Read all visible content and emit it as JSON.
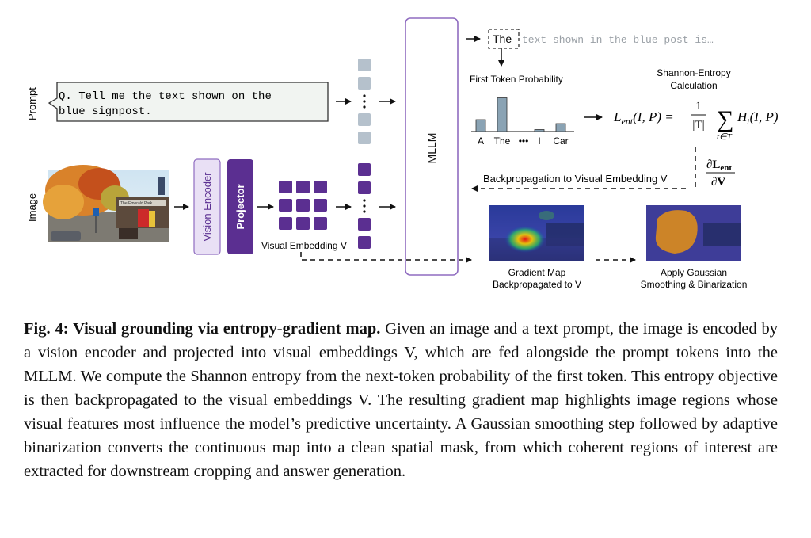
{
  "figure": {
    "side_labels": {
      "prompt": "Prompt",
      "image": "Image"
    },
    "prompt_text": [
      "Q. Tell me the text shown on the",
      "blue signpost."
    ],
    "blocks": {
      "vision_encoder": "Vision Encoder",
      "projector": "Projector",
      "mllm": "MLLM"
    },
    "visual_embedding_label": "Visual Embedding V",
    "sign_text": "The Emerald Park",
    "output": {
      "first_token": "The",
      "rest": "text shown in the blue post is…"
    },
    "first_token_probability": {
      "title": "First Token Probability",
      "more_symbol": "•••"
    },
    "entropy": {
      "title_line1": "Shannon-Entropy",
      "title_line2": "Calculation",
      "formula_lhs": "L",
      "formula_lhs_sub": "ent",
      "formula_args": "(I, P) =",
      "frac_num": "1",
      "frac_den": "|T|",
      "sum_symbol": "∑",
      "sum_sub": "t∈T",
      "term": "H",
      "term_sub": "t",
      "term_args": "(I, P)"
    },
    "gradient_symbol": {
      "num": "∂L",
      "num_sub": "ent",
      "den": "∂V"
    },
    "backprop_label": "Backpropagation to Visual Embedding V",
    "gradient_map_label": [
      "Gradient Map",
      "Backpropagated to V"
    ],
    "smoothing_label": [
      "Apply Gaussian",
      "Smoothing & Binarization"
    ]
  },
  "chart_data": {
    "type": "bar",
    "categories": [
      "A",
      "The",
      "•••",
      "I",
      "Car"
    ],
    "values": [
      0.3,
      0.85,
      0,
      0.05,
      0.2
    ],
    "title": "First Token Probability",
    "xlabel": "",
    "ylabel": "",
    "bar_color": "#8aa3b4"
  },
  "caption": {
    "label": "Fig. 4: Visual grounding via entropy-gradient map.",
    "lines": [
      "Given an image and a text",
      "prompt, the image is encoded by a vision encoder and projected into visual embeddings",
      "V, which are fed alongside the prompt tokens into the MLLM. We compute the Shannon",
      "entropy from the next-token probability of the first token. This entropy objective is",
      "then backpropagated to the visual embeddings V. The resulting gradient map highlights",
      "image regions whose visual features most influence the model’s predictive uncertainty.",
      "A Gaussian smoothing step followed by adaptive binarization converts the continuous",
      "map into a clean spatial mask, from which coherent regions of interest are extracted",
      "for downstream cropping and answer generation."
    ]
  },
  "colors": {
    "purple_dark": "#5b2f91",
    "purple_light": "#e9e0f5",
    "purple_border": "#8f6cc0",
    "token_gray": "#b5c1cc",
    "bar_fill": "#8aa3b4",
    "prompt_box": "#f1f4f1"
  }
}
